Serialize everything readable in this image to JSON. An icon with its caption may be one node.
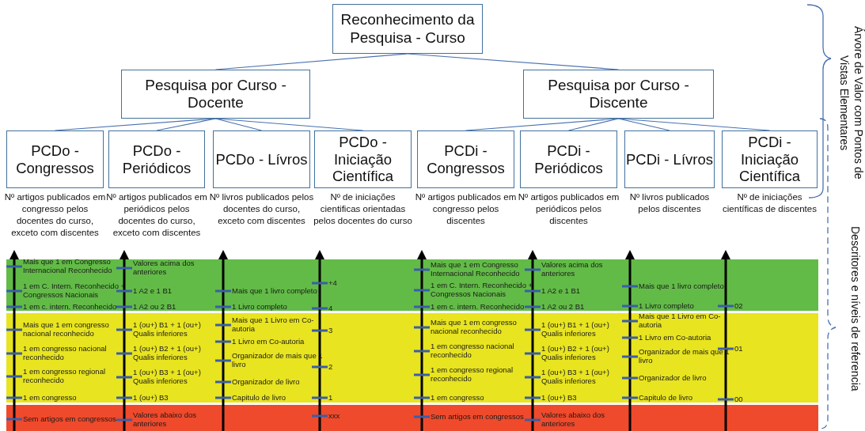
{
  "diagram": {
    "nodes": [
      {
        "text": [
          "Reconhecimento da Pesquisa - Curso"
        ]
      },
      {
        "text": [
          "Pesquisa por Curso - Docente"
        ]
      },
      {
        "text": [
          "Pesquisa por Curso - Discente"
        ]
      },
      {
        "text": [
          "PCDo - Congressos"
        ],
        "beside": [
          "Nº artigos publicados em congresso pelos docentes do curso, exceto com discentes"
        ]
      },
      {
        "text": [
          "PCDo - Periódicos"
        ],
        "beside": [
          "Nº artigos publicados em periódicos pelos docentes do curso, exceto com discentes"
        ]
      },
      {
        "text": [
          "PCDo - Lívros"
        ],
        "beside": [
          "Nº livros publicados pelos docentes do curso, exceto com discentes"
        ]
      },
      {
        "text": [
          "PCDo - Iniciação Científica"
        ],
        "beside": [
          "Nº de iniciações cientificas orientadas pelos docentes do curso"
        ]
      },
      {
        "text": [
          "PCDi - Congressos"
        ],
        "beside": [
          "Nº artigos publicados em congresso pelos discentes"
        ]
      },
      {
        "text": [
          "PCDi - Periódicos"
        ],
        "beside": [
          "Nº artigos publicados em periódicos pelos discentes"
        ]
      },
      {
        "text": [
          "PCDi - Lívros"
        ],
        "beside": [
          "Nº livros publicados pelos discentes"
        ]
      },
      {
        "text": [
          "PCDi - Iniciação Científica"
        ],
        "beside": [
          "Nº de iniciações científicas de discentes"
        ]
      }
    ],
    "edges": [
      {
        "from": 0,
        "to": 1,
        "arrow": "none"
      },
      {
        "from": 0,
        "to": 2,
        "arrow": "none"
      },
      {
        "from": 1,
        "to": 3,
        "arrow": "none"
      },
      {
        "from": 1,
        "to": 4,
        "arrow": "none"
      },
      {
        "from": 1,
        "to": 5,
        "arrow": "none"
      },
      {
        "from": 1,
        "to": 6,
        "arrow": "none"
      },
      {
        "from": 2,
        "to": 7,
        "arrow": "none"
      },
      {
        "from": 2,
        "to": 8,
        "arrow": "none"
      },
      {
        "from": 2,
        "to": 9,
        "arrow": "none"
      },
      {
        "from": 2,
        "to": 10,
        "arrow": "none"
      }
    ],
    "labels": [
      "Árvore de Valor com Pontos de Vistas Elementares",
      "Descritores e níveis de referencia",
      "Mais que 1 em Congresso Internacional Reconhecido",
      "1 em C. Intern. Reconhecido + Congressos Nacionais",
      "1 em c. intern. Reconhecido",
      "Mais que 1 em congresso nacional reconhecido",
      "1 em congresso nacional reconhecido",
      "1 em congresso regional reconhecido",
      "1 em congresso",
      "Sem artigos em congressos",
      "Valores acima dos anteriores",
      "1 A2 e 1 B1",
      "1 A2 ou 2 B1",
      "1 (ou+) B1 + 1 (ou+) Qualis inferiores",
      "1 (ou+) B2 + 1 (ou+) Qualis inferiores",
      "1 (ou+) B3 + 1 (ou+) Qualis inferiores",
      "1 (ou+) B3",
      "Valores abaixo dos anteriores",
      "Mais que 1 livro completo",
      "1 Livro completo",
      "Mais que 1 Livro em Co-autoria",
      "1 Livro em Co-autoria",
      "Organizador de mais que 1 livro",
      "Organizador de livro",
      "Capitulo de livro",
      "+4",
      "4",
      "3",
      "2",
      "1",
      "xxx",
      "Mais que 1 em Congresso Internacional Reconhecido",
      "1 em C. Intern. Reconhecido + Congressos Nacionais",
      "1 em c. intern. Reconhecido",
      "Mais que 1 em congresso nacional reconhecido",
      "1 em congresso nacional reconhecido",
      "1 em congresso regional reconhecido",
      "1 em congresso",
      "Sem artigos em congressos",
      "Valores acima dos anteriores",
      "1 A2 e 1 B1",
      "1 A2 ou 2 B1",
      "1 (ou+) B1 + 1 (ou+) Qualis inferiores",
      "1 (ou+) B2 + 1 (ou+) Qualis inferiores",
      "1 (ou+) B3 + 1 (ou+) Qualis inferiores",
      "1 (ou+) B3",
      "Valores abaixo dos anteriores",
      "Mais que 1 livro completo",
      "1 Livro completo",
      "Mais que 1 Livro em Co-autoria",
      "1 Livro em Co-autoria",
      "Organizador de mais que 1 livro",
      "Organizador de livro",
      "Capitulo de livro",
      "02",
      "01",
      "00"
    ]
  }
}
